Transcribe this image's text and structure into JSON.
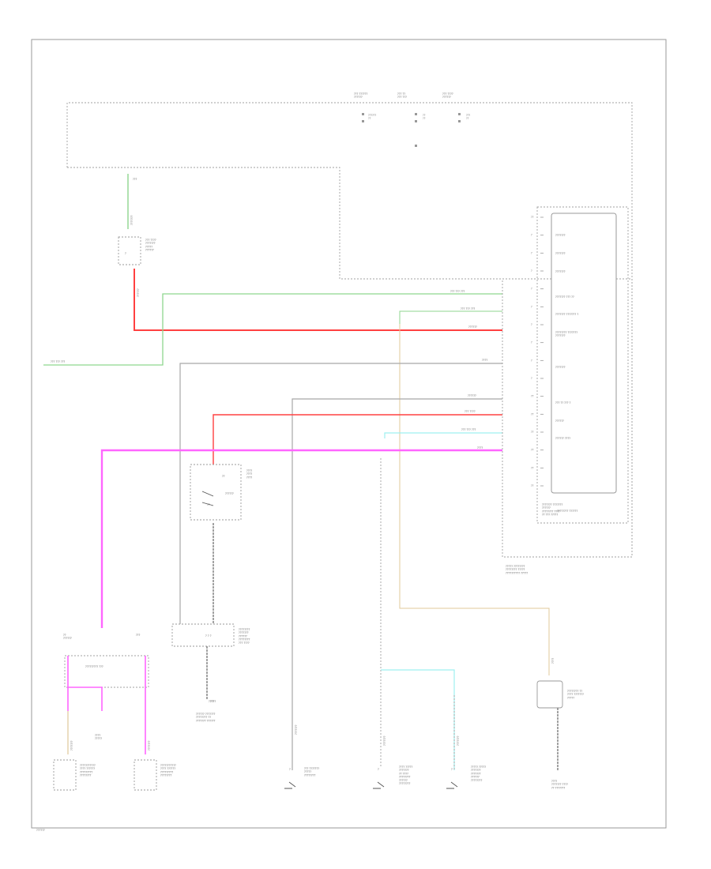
{
  "diagram": {
    "corner_code": "??????",
    "colors": {
      "green": "#8fd68f",
      "red": "#ff4040",
      "gray": "#a8a8a8",
      "pink": "#ff66ff",
      "cyan": "#9ff0f0",
      "tan": "#e0c89a",
      "frame": "#9a9a9a"
    },
    "labels": {
      "top_left_cap": "??? ??????\n??????",
      "top_left_pins": "??????\n??",
      "top_mid_cap": "??? ??\n??? ???",
      "top_mid_pins": "??\n??",
      "top_right_cap": "??? ????\n??????",
      "top_right_pins": "???\n??",
      "top_green_wire": "???",
      "dl_switch": "??? ????\n???????\n?????\n??????",
      "red_vertical": "??????",
      "green_vertical": "???????",
      "left_green": "??? ??? ???",
      "wire_1": "??? ??? ???",
      "wire_2": "??? ??? ???",
      "wire_3": "??????",
      "wire_4": "????",
      "wire_5": "??????",
      "wire_6": "??? ????",
      "wire_7": "??? ??? ???",
      "wire_8": "????",
      "ecu_1": "???????",
      "ecu_2": "???????",
      "ecu_3": "???????",
      "ecu_4": "??????? ??? ??",
      "ecu_5": "??????? ??????? ?",
      "ecu_6": "???????? ???????\n???????",
      "ecu_7": "???????",
      "ecu_8": "??? ?? ??? ?",
      "ecu_9": "??????",
      "ecu_10": "?????? ????",
      "ecu_11": "???????? ??????",
      "ecu_box_cap": "??????? ???????\n??????\n???????? ????\n?? ??? ?????",
      "ecu_outer_cap": "????? ????????\n???????? ?????\n?????????? ?????",
      "key_switch": "????\n????\n????",
      "switch_inner": "??????",
      "key_pos_1": "??",
      "key_pos_2": "??",
      "rel_left": "??\n??????",
      "rel_right": "???",
      "rel_name": "????????? ???",
      "rel_mid": "????\n?????",
      "cyl_unit": "????????\n???????\n??????\n????????\n??? ????",
      "sw_ground": "?????? ???????\n???????? ??\n??????? ??????",
      "sw_ground_wire": "????",
      "ground_label": "????",
      "unlock_sw": "??? ???????\n?????\n????????",
      "left_door_sw": "???? ?????\n???????\n?? ????\n????????\n??????\n????????",
      "right_door_sw": "????? ?????\n???????\n???????\n??????\n????????",
      "tan_vertical": "????",
      "remote_unit": "???????? ??\n???? ???????\n?????",
      "remote_ground": "????\n??????? ????\n?? ???????",
      "lower_left_1": "???????????\n???? ??????\n?????????\n????????",
      "lower_left_2": "???????????\n???? ??????\n?????????\n????????",
      "v_label_1": "???????",
      "v_label_2": "???????",
      "v_label_3": "???????",
      "v_label_4": "???????",
      "v_label_5": "???????"
    },
    "pins": [
      "??",
      "?",
      "?",
      "?",
      "?",
      "?",
      "?",
      "?",
      "?",
      "?",
      "??",
      "??",
      "??",
      "??",
      "??",
      "??"
    ]
  }
}
